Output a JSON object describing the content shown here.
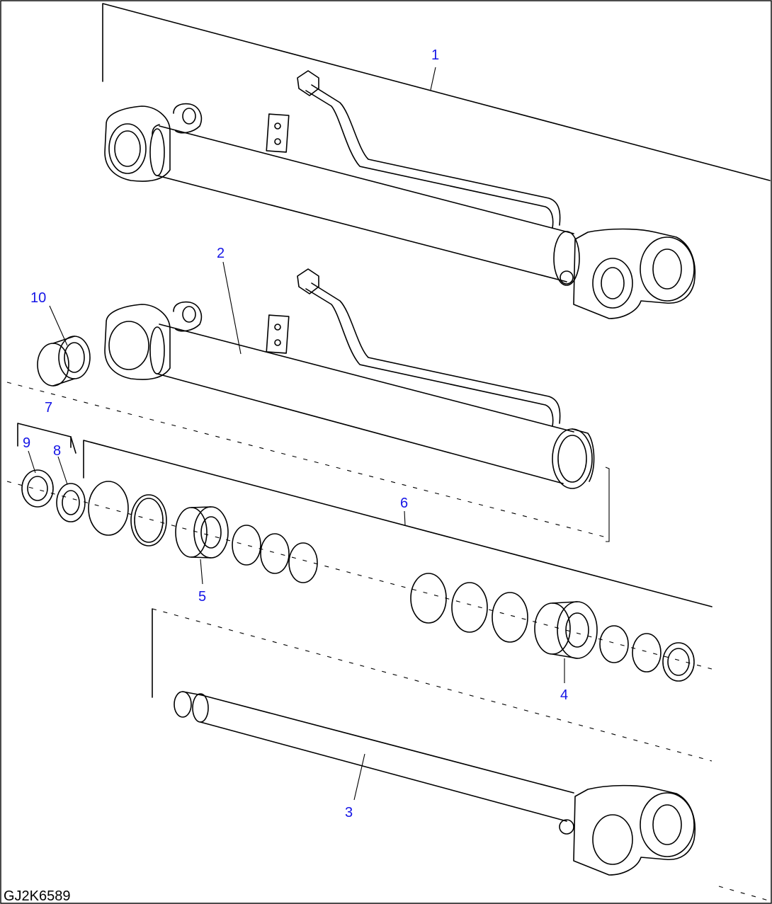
{
  "drawing_code": "GJ2K6589",
  "callouts": [
    {
      "id": "1",
      "label": "1"
    },
    {
      "id": "2",
      "label": "2"
    },
    {
      "id": "3",
      "label": "3"
    },
    {
      "id": "4",
      "label": "4"
    },
    {
      "id": "5",
      "label": "5"
    },
    {
      "id": "6",
      "label": "6"
    },
    {
      "id": "7",
      "label": "7"
    },
    {
      "id": "8",
      "label": "8"
    },
    {
      "id": "9",
      "label": "9"
    },
    {
      "id": "10",
      "label": "10"
    }
  ],
  "colors": {
    "callout": "#1414e6",
    "line": "#000000",
    "background": "#ffffff"
  }
}
